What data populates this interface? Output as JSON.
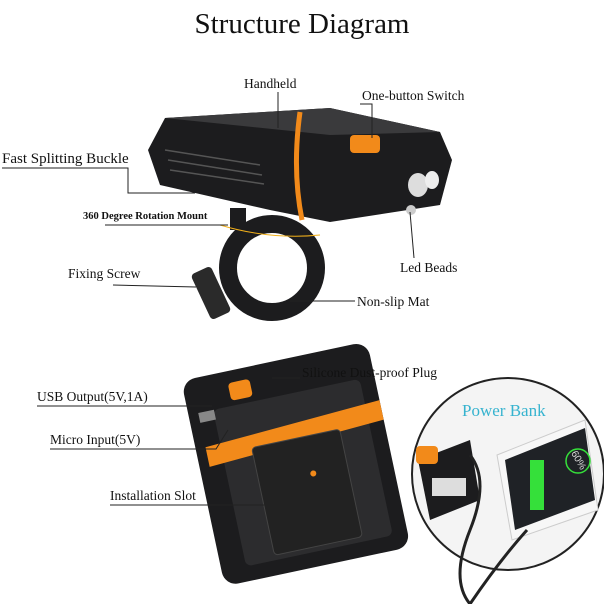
{
  "title": "Structure Diagram",
  "labels": {
    "handheld": "Handheld",
    "switch": "One-button Switch",
    "buckle": "Fast Splitting Buckle",
    "mount": "360 Degree Rotation Mount",
    "screw": "Fixing Screw",
    "beads": "Led Beads",
    "mat": "Non-slip Mat",
    "plug": "Silicone Dust-proof Plug",
    "usb": "USB Output(5V,1A)",
    "micro": "Micro Input(5V)",
    "slot": "Installation Slot"
  },
  "inset": {
    "title": "Power Bank",
    "battery_text": "60%",
    "battery_level": 0.6
  },
  "colors": {
    "accent": "#f28a1a",
    "body": "#1c1c1e",
    "inset_title": "#36b3cf",
    "charge": "#35e03a"
  }
}
